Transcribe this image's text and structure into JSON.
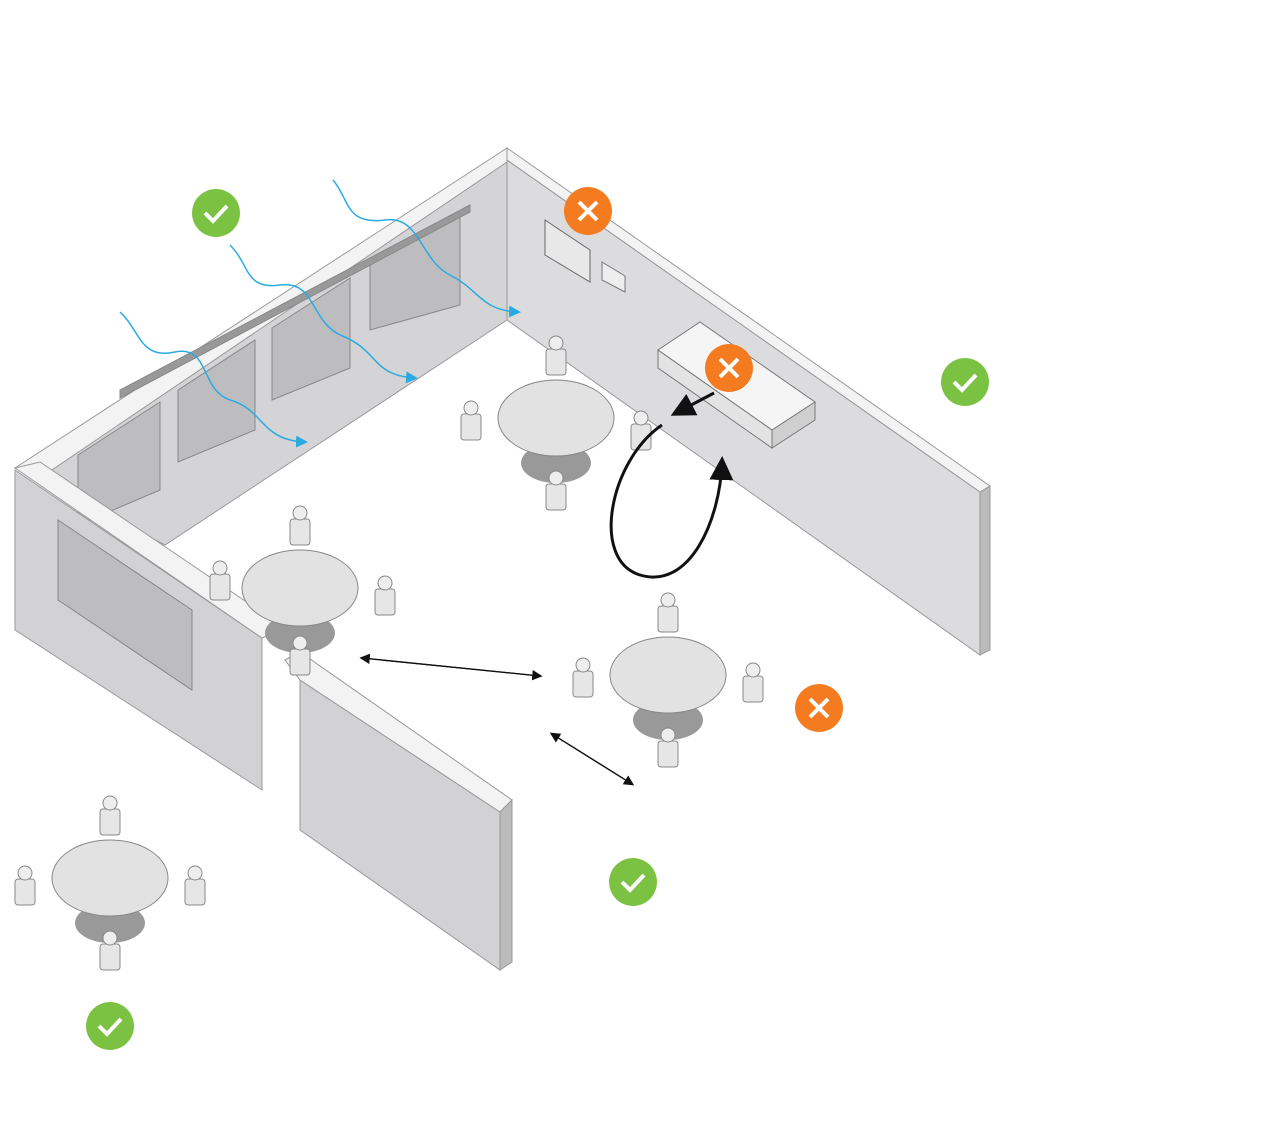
{
  "colors": {
    "ok": "#7cc242",
    "bad": "#f47b20",
    "airflow": "#29abe2",
    "wall_face": "#d9d9db",
    "wall_top": "#f2f2f2",
    "wall_dark": "#b9babd"
  },
  "markers": [
    {
      "id": "windows-open",
      "status": "ok",
      "icon": "check-icon"
    },
    {
      "id": "wall-monitor",
      "status": "bad",
      "icon": "cross-icon"
    },
    {
      "id": "ac-unit",
      "status": "bad",
      "icon": "cross-icon"
    },
    {
      "id": "right-wall",
      "status": "ok",
      "icon": "check-icon"
    },
    {
      "id": "table-spacing",
      "status": "bad",
      "icon": "cross-icon"
    },
    {
      "id": "open-doorway",
      "status": "ok",
      "icon": "check-icon"
    },
    {
      "id": "outdoor-table",
      "status": "ok",
      "icon": "check-icon"
    }
  ]
}
